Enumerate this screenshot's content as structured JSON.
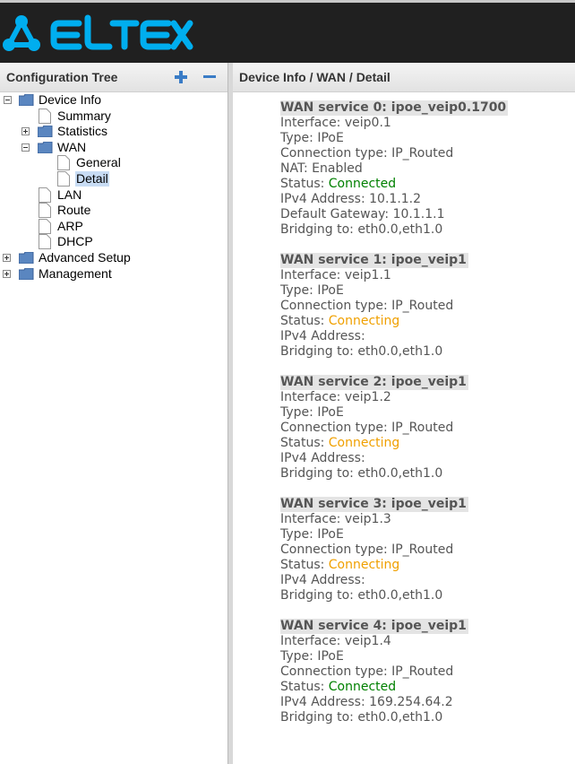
{
  "header": {
    "logo_text": "ELTEX",
    "logo_color": "#00aeef"
  },
  "tree": {
    "title": "Configuration Tree",
    "expand_all_icon": "plus-icon",
    "collapse_all_icon": "minus-icon",
    "nodes": [
      {
        "label": "Device Info"
      },
      {
        "label": "Summary"
      },
      {
        "label": "Statistics"
      },
      {
        "label": "WAN"
      },
      {
        "label": "General"
      },
      {
        "label": "Detail"
      },
      {
        "label": "LAN"
      },
      {
        "label": "Route"
      },
      {
        "label": "ARP"
      },
      {
        "label": "DHCP"
      },
      {
        "label": "Advanced Setup"
      },
      {
        "label": "Management"
      }
    ]
  },
  "content": {
    "breadcrumb": "Device Info / WAN / Detail",
    "services": [
      {
        "title": "WAN service 0: ipoe_veip0.1700",
        "lines": [
          {
            "label": "Interface:",
            "value": "veip0.1"
          },
          {
            "label": "Type:",
            "value": "IPoE"
          },
          {
            "label": "Connection type:",
            "value": "IP_Routed"
          },
          {
            "label": "NAT:",
            "value": "Enabled"
          },
          {
            "label": "Status:",
            "value": "Connected",
            "kind": "ok"
          },
          {
            "label": "IPv4 Address:",
            "value": "10.1.1.2"
          },
          {
            "label": "Default Gateway:",
            "value": "10.1.1.1"
          },
          {
            "label": "Bridging to:",
            "value": "eth0.0,eth1.0"
          }
        ]
      },
      {
        "title": "WAN service 1: ipoe_veip1",
        "lines": [
          {
            "label": "Interface:",
            "value": "veip1.1"
          },
          {
            "label": "Type:",
            "value": "IPoE"
          },
          {
            "label": "Connection type:",
            "value": "IP_Routed"
          },
          {
            "label": "Status:",
            "value": "Connecting",
            "kind": "wait"
          },
          {
            "label": "IPv4 Address:",
            "value": ""
          },
          {
            "label": "Bridging to:",
            "value": "eth0.0,eth1.0"
          }
        ]
      },
      {
        "title": "WAN service 2: ipoe_veip1",
        "lines": [
          {
            "label": "Interface:",
            "value": "veip1.2"
          },
          {
            "label": "Type:",
            "value": "IPoE"
          },
          {
            "label": "Connection type:",
            "value": "IP_Routed"
          },
          {
            "label": "Status:",
            "value": "Connecting",
            "kind": "wait"
          },
          {
            "label": "IPv4 Address:",
            "value": ""
          },
          {
            "label": "Bridging to:",
            "value": "eth0.0,eth1.0"
          }
        ]
      },
      {
        "title": "WAN service 3: ipoe_veip1",
        "lines": [
          {
            "label": "Interface:",
            "value": "veip1.3"
          },
          {
            "label": "Type:",
            "value": "IPoE"
          },
          {
            "label": "Connection type:",
            "value": "IP_Routed"
          },
          {
            "label": "Status:",
            "value": "Connecting",
            "kind": "wait"
          },
          {
            "label": "IPv4 Address:",
            "value": ""
          },
          {
            "label": "Bridging to:",
            "value": "eth0.0,eth1.0"
          }
        ]
      },
      {
        "title": "WAN service 4: ipoe_veip1",
        "lines": [
          {
            "label": "Interface:",
            "value": "veip1.4"
          },
          {
            "label": "Type:",
            "value": "IPoE"
          },
          {
            "label": "Connection type:",
            "value": "IP_Routed"
          },
          {
            "label": "Status:",
            "value": "Connected",
            "kind": "ok"
          },
          {
            "label": "IPv4 Address:",
            "value": "169.254.64.2"
          },
          {
            "label": "Bridging to:",
            "value": "eth0.0,eth1.0"
          }
        ]
      }
    ]
  }
}
